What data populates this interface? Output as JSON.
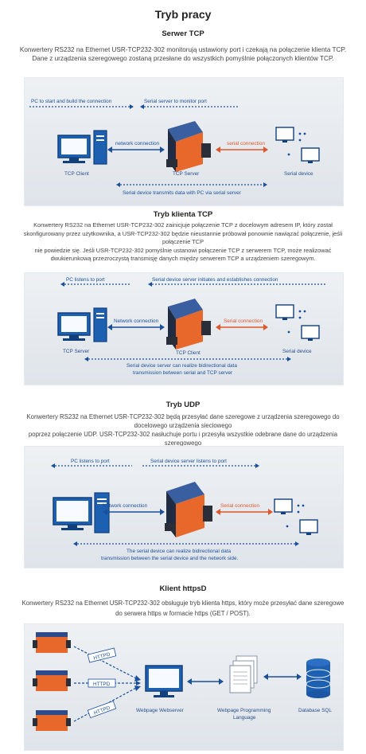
{
  "page_title": "Tryb pracy",
  "sections": [
    {
      "heading": "Serwer TCP",
      "lines": [
        "Konwertery RS232 na Ethernet USR-TCP232-302 monitorują ustawiony port i czekają na połączenie klienta TCP.",
        "Dane z urządzenia szeregowego zostaną przesłane do wszystkich pomyślnie połączonych klientów TCP."
      ],
      "diagram": {
        "top_left": "PC to start and build the connection",
        "top_right": "Serial server to monitor port",
        "left_link": "network connection",
        "right_link": "serial connection",
        "left_device": "TCP Client",
        "center_device": "TCP Server",
        "right_device": "Serial device",
        "bottom": [
          "Serial device transmits data with PC via serial server"
        ]
      }
    },
    {
      "heading": "Tryb klienta TCP",
      "lines": [
        "Konwertery RS232 na Ethernet USR-TCP232-302 zainicjuje połączenie TCP z docelowym adresem IP, który został",
        "skonfigurowany przez użytkownika, a USR-TCP232-302 będzie nieustannie próbował ponownie nawiązać połączenie, jeśli",
        "połączenie TCP",
        "nie powiedzie się. Jeśli USR-TCP232-302 pomyślnie ustanowi połączenie TCP z serwerem TCP, może realizować",
        "dwukierunkową przezroczystą transmisję danych między serwerem TCP a urządzeniem szeregowym."
      ],
      "diagram": {
        "top_left": "PC listens to port",
        "top_right": "Serial device server initiates and establishes connection",
        "left_link": "Network connection",
        "right_link": "Serial connection",
        "left_device": "TCP Server",
        "center_device": "TCP Client",
        "right_device": "Serial device",
        "bottom": [
          "Serial device server can realize bidirectional data",
          "transmission between serial and TCP server"
        ]
      }
    },
    {
      "heading": "Tryb UDP",
      "lines": [
        "Konwertery RS232 na Ethernet USR-TCP232-302 będą przesyłać dane szeregowe z urządzenia szeregowego do",
        "docelowego urządzenia sieciowego",
        "poprzez połączenie UDP. USR-TCP232-302 nasłuchuje portu i przesyła wszystkie odebrane dane do urządzenia",
        "szeregowego"
      ],
      "diagram": {
        "top_left": "PC listens to port",
        "top_right": "Serial device server listens to port",
        "left_link": "Network connection",
        "right_link": "Serial connection",
        "bottom": [
          "The serial device can realize bidirectional data",
          "transmission between the serial device and the network side."
        ]
      }
    },
    {
      "heading": "Klient httpsD",
      "lines": [
        "Konwertery RS232 na Ethernet USR-TCP232-302 obsługuje tryb klienta https, który może przesyłać dane szeregowe",
        "do serwera https w formacie https (GET / POST)."
      ],
      "diagram": {
        "tag": "HTTPD",
        "server": "Webpage Webserver",
        "lang": [
          "Webpage Programming",
          "Language"
        ],
        "db": "Database SQL"
      }
    }
  ],
  "colors": {
    "blue": "#1a4f9c",
    "orange": "#e2562a",
    "device_orange": "#e8672a",
    "device_blue": "#2d4a8a"
  }
}
